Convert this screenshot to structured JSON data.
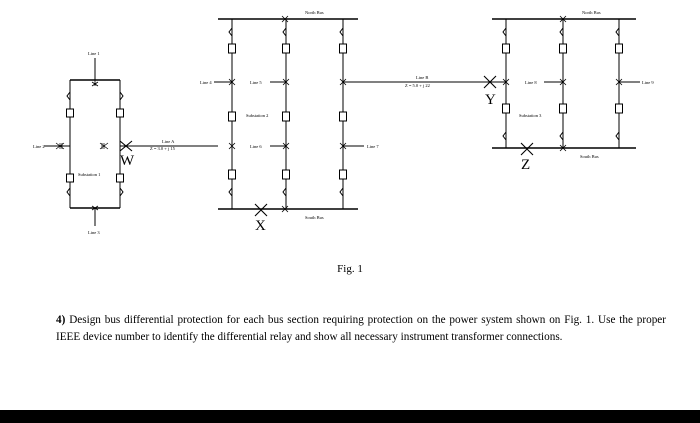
{
  "diagram": {
    "substation1": {
      "name": "Substation 1",
      "line_top": "Line 1",
      "line_left": "Line 2",
      "line_bottom": "Line 3",
      "fault": "W"
    },
    "line_a": {
      "name": "Line A",
      "impedance": "Z = 3.0 + j 15"
    },
    "substation2": {
      "name": "Substation 2",
      "north_bus": "North Bus",
      "south_bus": "South Bus",
      "line4": "Line 4",
      "line5": "Line 5",
      "line6": "Line 6",
      "line7": "Line 7",
      "fault": "X"
    },
    "line_b": {
      "name": "Line B",
      "impedance": "Z = 5.0 + j 22"
    },
    "substation3": {
      "name": "Substation 3",
      "north_bus": "North Bus",
      "south_bus": "South Bus",
      "line8": "Line 8",
      "line9": "Line 9",
      "fault_y": "Y",
      "fault_z": "Z"
    }
  },
  "figure_caption": "Fig. 1",
  "problem": {
    "number": "4)",
    "text": "Design bus differential protection for each bus section requiring protection on the power system shown on Fig. 1. Use the proper IEEE device number to identify the differential relay and show all necessary instrument transformer connections."
  }
}
